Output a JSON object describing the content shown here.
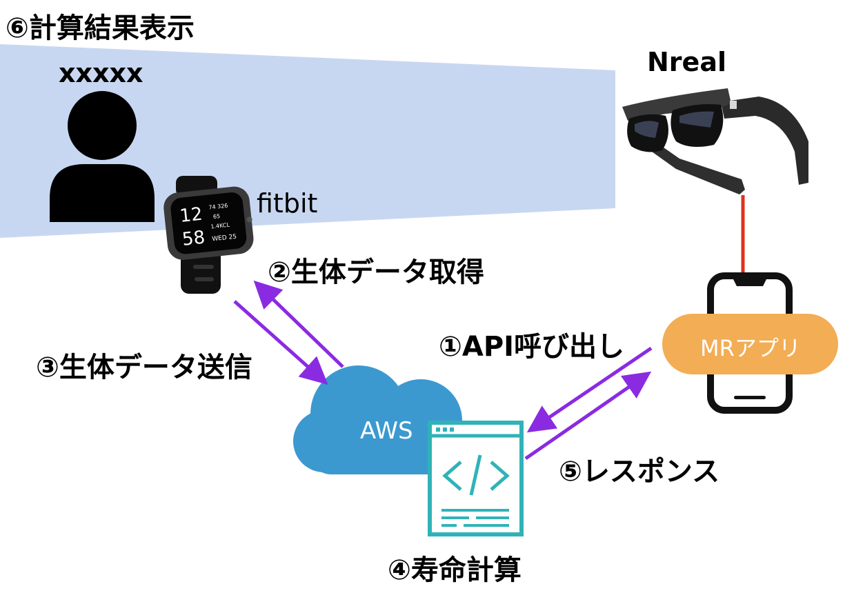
{
  "labels": {
    "step6": "⑥計算結果表示",
    "user_name": "xxxxx",
    "glasses": "Nreal",
    "watch": "fitbit",
    "step2": "②生体データ取得",
    "step3": "③生体データ送信",
    "step1": "①API呼び出し",
    "mr_app": "MRアプリ",
    "aws": "AWS",
    "step5": "⑤レスポンス",
    "step4": "④寿命計算"
  },
  "watch_face": {
    "hour": "12",
    "minute": "58",
    "day": "WED 25",
    "mini1": "74 326",
    "mini2": "65",
    "mini3": "1.4KCL"
  },
  "colors": {
    "display_area": "#c8d7f1",
    "arrow": "#8a2be2",
    "connector": "#e03020",
    "cloud": "#3b99d0",
    "code_icon": "#2fb3b8",
    "mr_app": "#f2ad55"
  }
}
